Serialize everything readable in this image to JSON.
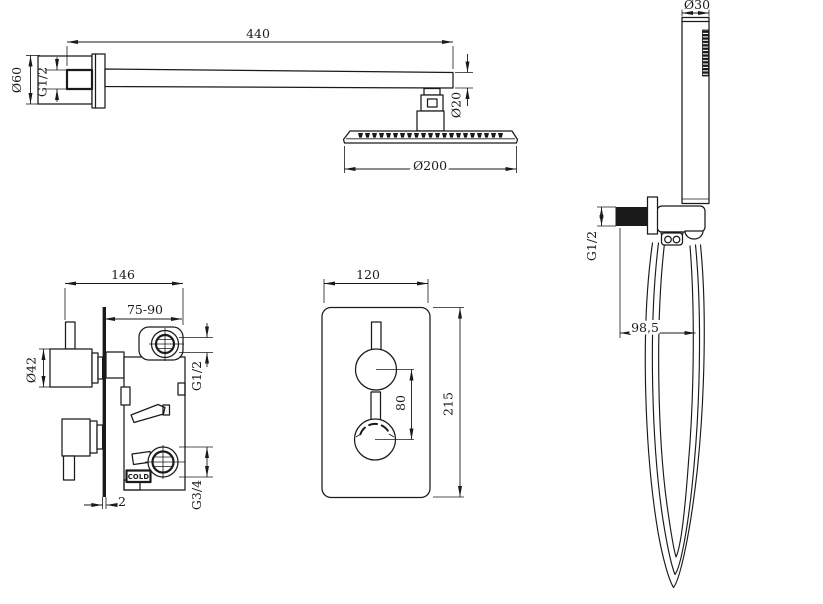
{
  "drawing": {
    "shower_arm": {
      "arm_length": "440",
      "flange_diameter": "Ø60",
      "inlet_thread": "G1/2",
      "arm_diameter": "Ø20",
      "head_diameter": "Ø200"
    },
    "hand_shower": {
      "wand_diameter": "Ø30",
      "outlet_thread": "G1/2",
      "bracket_offset": "98.5"
    },
    "valve_side": {
      "overall_depth": "146",
      "install_depth_range": "75-90",
      "handle_diameter": "Ø42",
      "top_port_thread": "G1/2",
      "bottom_port_thread": "G3/4",
      "plate_thickness": "2",
      "cold_label": "COLD"
    },
    "valve_front": {
      "plate_width": "120",
      "plate_height": "215",
      "handle_spacing": "80"
    }
  },
  "colors": {
    "line": "#1a1a1a",
    "background": "#ffffff"
  }
}
